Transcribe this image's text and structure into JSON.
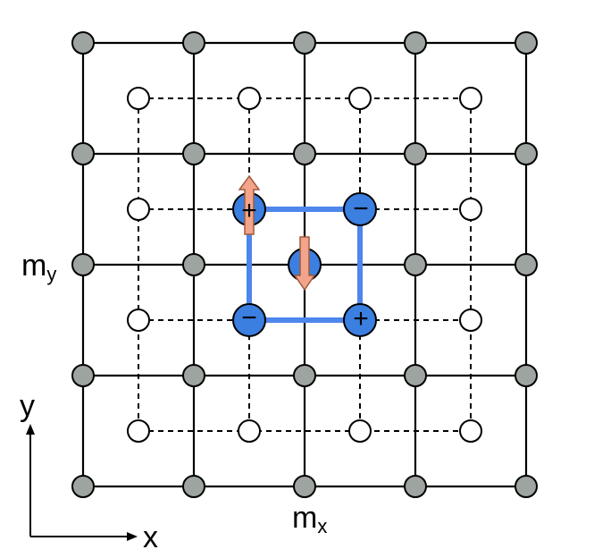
{
  "labels": {
    "my_main": "m",
    "my_sub": "y",
    "mx_main": "m",
    "mx_sub": "x",
    "axis_x": "x",
    "axis_y": "y"
  },
  "charges": {
    "top_left": "+",
    "top_right": "−",
    "bottom_left": "−",
    "bottom_right": "+"
  },
  "colors": {
    "gray_site": "#9ea5a0",
    "blue_site": "#3b7fe0",
    "plaquette": "#4d86ec",
    "arrow_fill": "#f2a58a",
    "arrow_stroke": "#a05a3c",
    "line": "#000000"
  }
}
